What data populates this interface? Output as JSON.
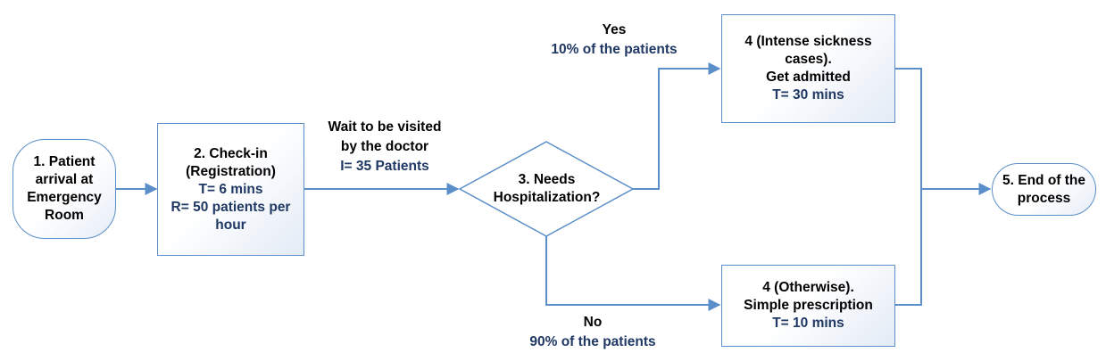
{
  "nodes": {
    "arrival": {
      "lines": [
        "1. Patient",
        "arrival at",
        "Emergency",
        "Room"
      ]
    },
    "checkin": {
      "line1": "2. Check-in",
      "line2": "(Registration)",
      "time": "T= 6 mins",
      "rate1": "R= 50 patients per",
      "rate2": "hour"
    },
    "decision": {
      "line1": "3. Needs",
      "line2": "Hospitalization?"
    },
    "admit": {
      "line1": "4 (Intense sickness",
      "line2": "cases).",
      "line3": "Get admitted",
      "time": "T= 30 mins"
    },
    "prescription": {
      "line1": "4 (Otherwise).",
      "line2": "Simple prescription",
      "time": "T= 10 mins"
    },
    "end": {
      "line1": "5. End of the",
      "line2": "process"
    }
  },
  "edges": {
    "queue": {
      "line1": "Wait to be visited",
      "line2": "by the doctor",
      "inventory": "I= 35 Patients"
    },
    "yes": {
      "label": "Yes",
      "share": "10% of the patients"
    },
    "no": {
      "label": "No",
      "share": "90% of the patients"
    }
  },
  "colors": {
    "line": "#5b8fc9",
    "accent_text": "#1f3864",
    "border": "#5b8fc9"
  }
}
